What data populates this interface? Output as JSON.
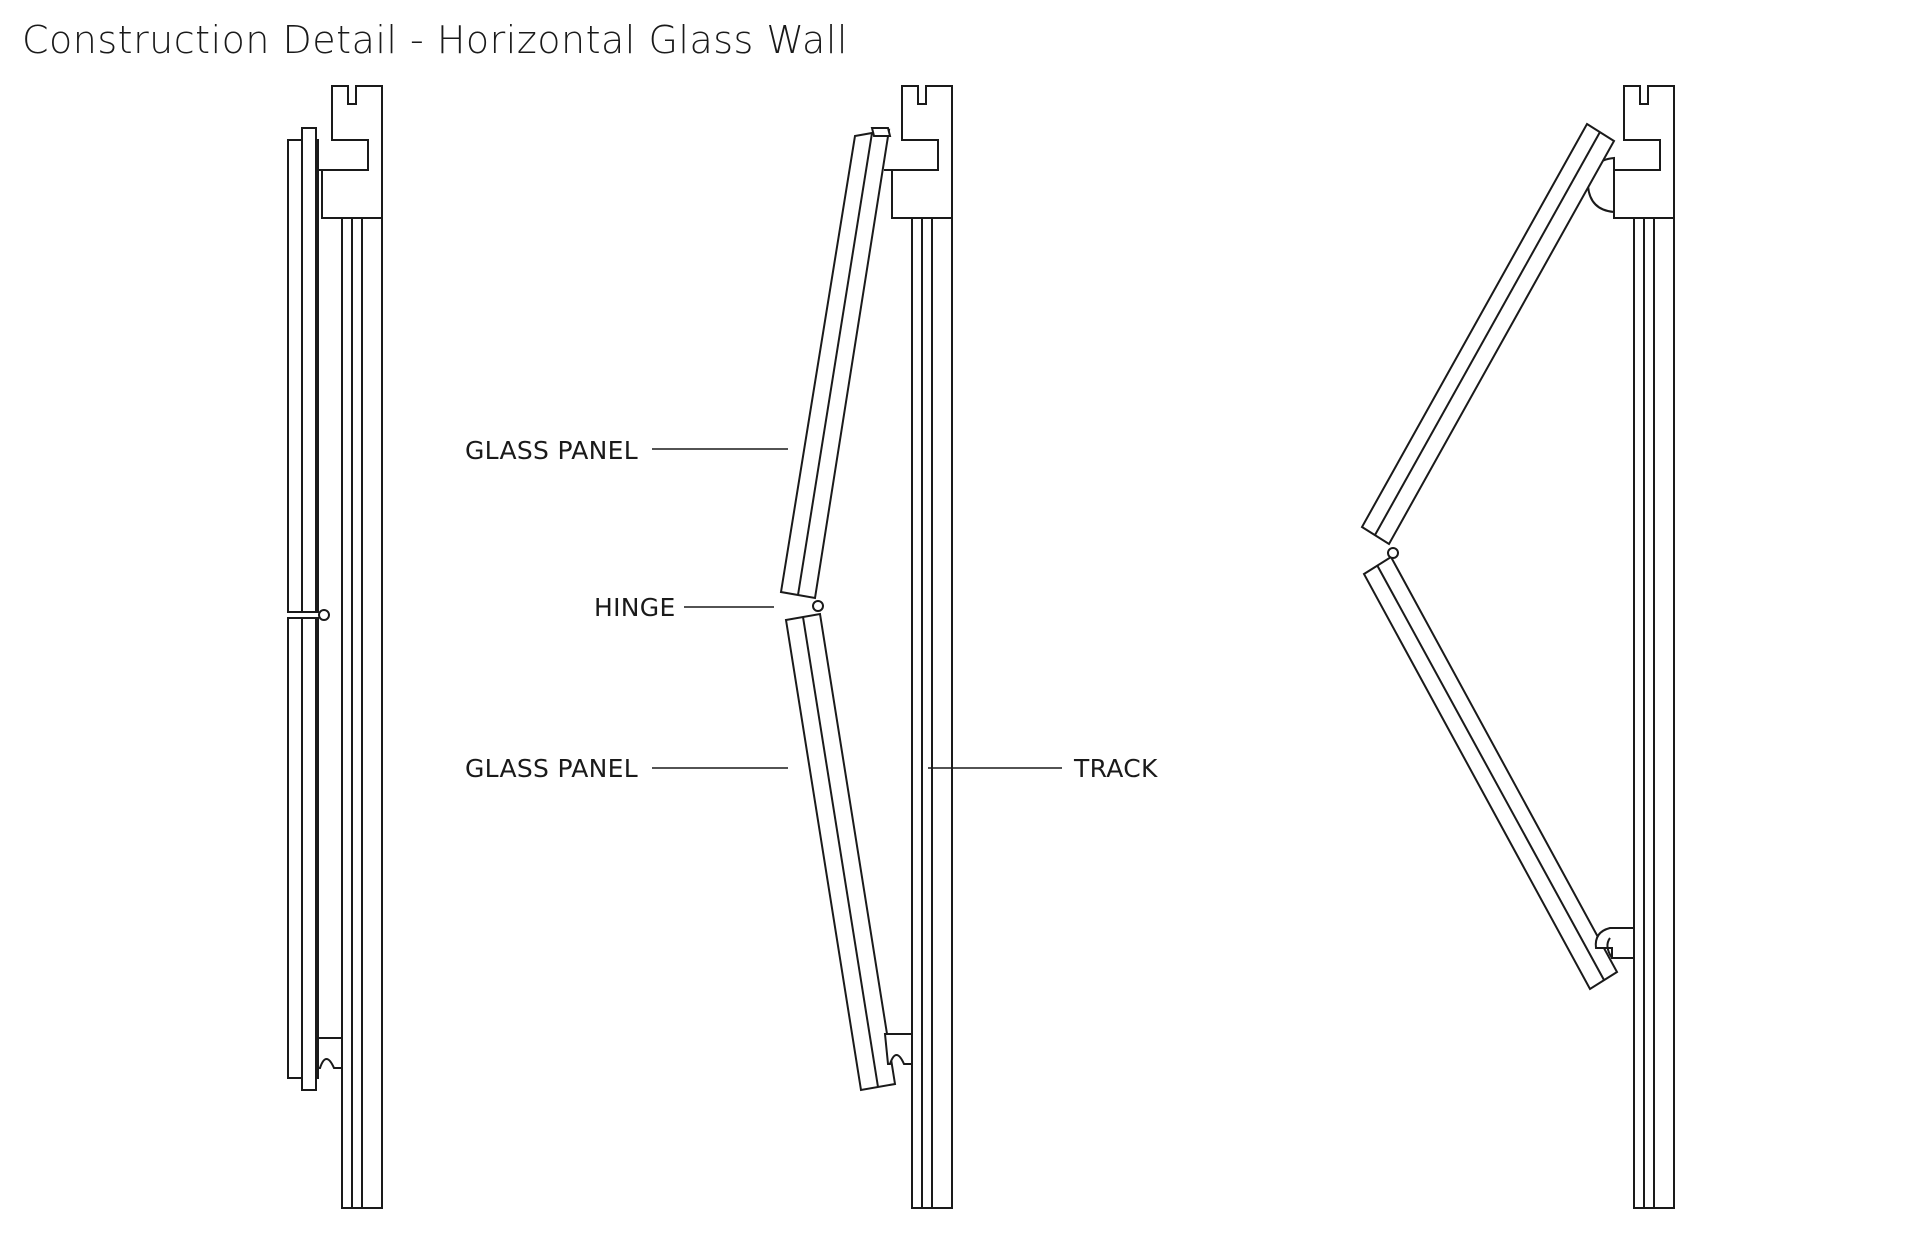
{
  "title": "Construction Detail - Horizontal Glass Wall",
  "labels": {
    "glass_panel_upper": "GLASS PANEL",
    "hinge": "HINGE",
    "glass_panel_lower": "GLASS PANEL",
    "track": "TRACK"
  },
  "line_color": "#1a1a1a",
  "background_color": "#ffffff"
}
